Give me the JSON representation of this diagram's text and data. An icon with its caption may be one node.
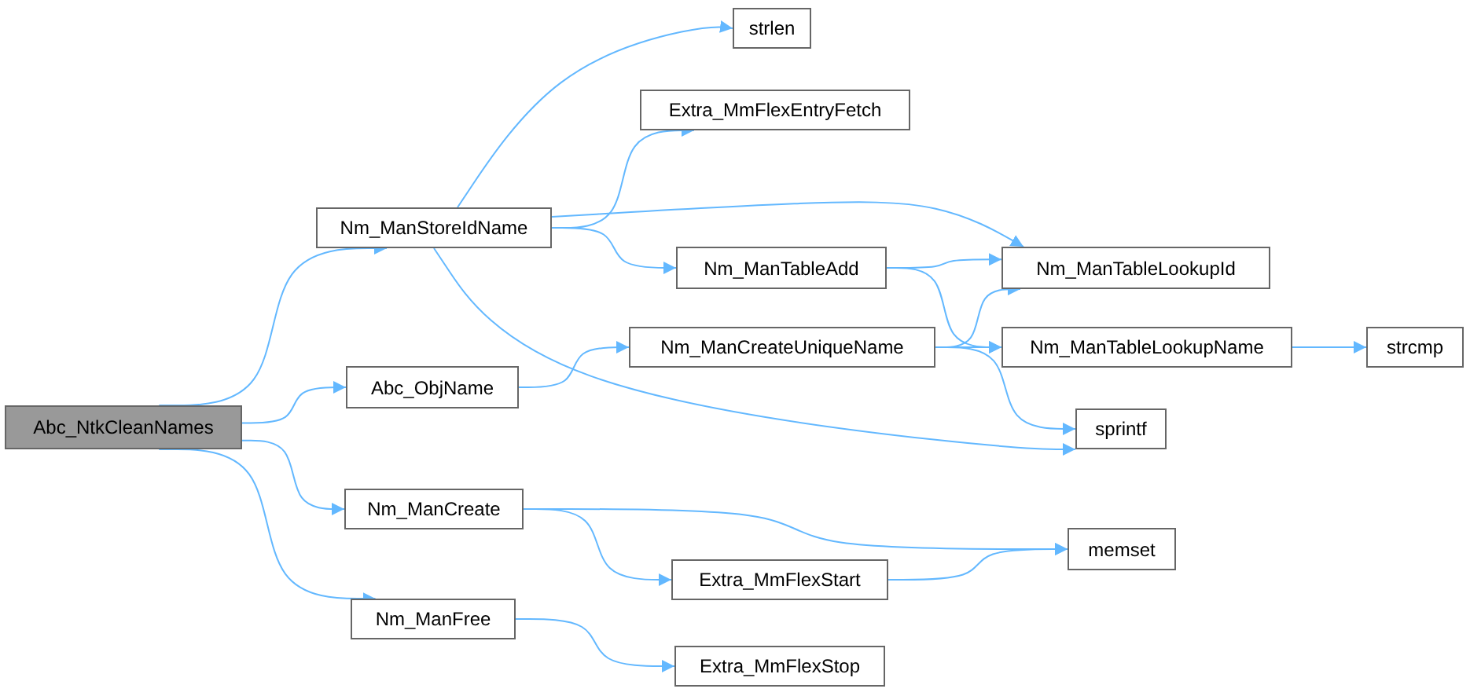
{
  "diagram": {
    "nodes": [
      {
        "text": [
          "Abc_NtkCleanNames"
        ]
      },
      {
        "text": [
          "Nm_ManStoreIdName"
        ]
      },
      {
        "text": [
          "Abc_ObjName"
        ]
      },
      {
        "text": [
          "Nm_ManCreate"
        ]
      },
      {
        "text": [
          "Nm_ManFree"
        ]
      },
      {
        "text": [
          "strlen"
        ]
      },
      {
        "text": [
          "Extra_MmFlexEntryFetch"
        ]
      },
      {
        "text": [
          "Nm_ManTableLookupId"
        ]
      },
      {
        "text": [
          "Nm_ManTableAdd"
        ]
      },
      {
        "text": [
          "Nm_ManCreateUniqueName"
        ]
      },
      {
        "text": [
          "Nm_ManTableLookupName"
        ]
      },
      {
        "text": [
          "strcmp"
        ]
      },
      {
        "text": [
          "sprintf"
        ]
      },
      {
        "text": [
          "memset"
        ]
      },
      {
        "text": [
          "Extra_MmFlexStart"
        ]
      },
      {
        "text": [
          "Extra_MmFlexStop"
        ]
      }
    ],
    "edges": [
      {
        "from": 0,
        "to": 1,
        "arrow": "to"
      },
      {
        "from": 0,
        "to": 2,
        "arrow": "to"
      },
      {
        "from": 0,
        "to": 3,
        "arrow": "to"
      },
      {
        "from": 0,
        "to": 4,
        "arrow": "to"
      },
      {
        "from": 1,
        "to": 5,
        "arrow": "to"
      },
      {
        "from": 1,
        "to": 6,
        "arrow": "to"
      },
      {
        "from": 1,
        "to": 7,
        "arrow": "to"
      },
      {
        "from": 1,
        "to": 8,
        "arrow": "to"
      },
      {
        "from": 1,
        "to": 12,
        "arrow": "to"
      },
      {
        "from": 2,
        "to": 9,
        "arrow": "to"
      },
      {
        "from": 8,
        "to": 7,
        "arrow": "to"
      },
      {
        "from": 8,
        "to": 10,
        "arrow": "to"
      },
      {
        "from": 9,
        "to": 7,
        "arrow": "to"
      },
      {
        "from": 9,
        "to": 10,
        "arrow": "to"
      },
      {
        "from": 9,
        "to": 12,
        "arrow": "to"
      },
      {
        "from": 10,
        "to": 11,
        "arrow": "to"
      },
      {
        "from": 3,
        "to": 13,
        "arrow": "to"
      },
      {
        "from": 3,
        "to": 14,
        "arrow": "to"
      },
      {
        "from": 14,
        "to": 13,
        "arrow": "to"
      },
      {
        "from": 4,
        "to": 15,
        "arrow": "to"
      }
    ]
  }
}
